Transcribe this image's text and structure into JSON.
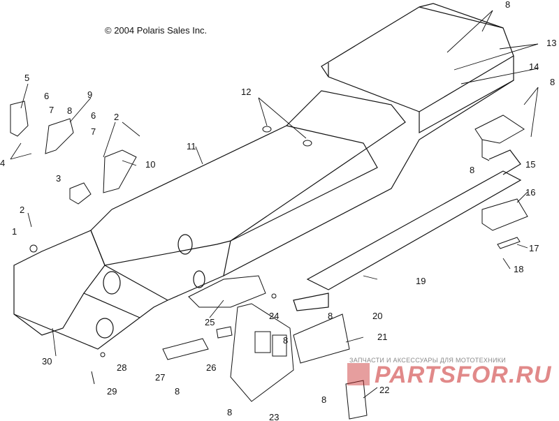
{
  "copyright": "© 2004 Polaris Sales Inc.",
  "callouts": [
    "1",
    "2",
    "3",
    "4",
    "5",
    "6",
    "7",
    "8",
    "9",
    "10",
    "11",
    "12",
    "13",
    "14",
    "15",
    "16",
    "17",
    "18",
    "19",
    "20",
    "21",
    "22",
    "23",
    "24",
    "25",
    "26",
    "27",
    "28",
    "29",
    "30"
  ],
  "watermark": {
    "tagline": "ЗАПЧАСТИ И АКСЕССУАРЫ ДЛЯ МОТОТЕХНИКИ",
    "brand": "PARTSFOR.RU"
  },
  "colors": {
    "line": "#111111",
    "background": "#ffffff",
    "watermark": "#c82828"
  }
}
